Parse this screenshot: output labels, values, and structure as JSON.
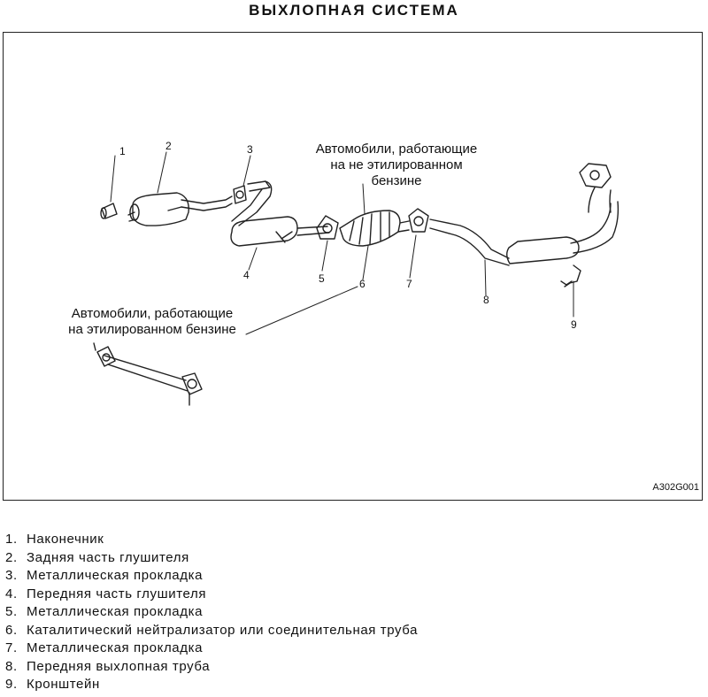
{
  "title": "ВЫХЛОПНАЯ  СИСТЕМА",
  "callouts": {
    "unleaded": [
      "Автомобили, работающие",
      "на не этилированном",
      "бензине"
    ],
    "leaded": [
      "Автомобили, работающие",
      "на этилированном бензине"
    ]
  },
  "part_numbers": [
    "1",
    "2",
    "3",
    "4",
    "5",
    "6",
    "7",
    "8",
    "9"
  ],
  "figure_code": "A302G001",
  "legend": [
    {
      "num": "1.",
      "text": "Наконечник"
    },
    {
      "num": "2.",
      "text": "Задняя  часть  глушителя"
    },
    {
      "num": "3.",
      "text": "Металлическая  прокладка"
    },
    {
      "num": "4.",
      "text": "Передняя  часть  глушителя"
    },
    {
      "num": "5.",
      "text": "Металлическая  прокладка"
    },
    {
      "num": "6.",
      "text": "Каталитический  нейтрализатор  или  соединительная труба"
    },
    {
      "num": "7.",
      "text": "Металлическая  прокладка"
    },
    {
      "num": "8.",
      "text": "Передняя  выхлопная  труба"
    },
    {
      "num": "9.",
      "text": "Кронштейн"
    }
  ]
}
